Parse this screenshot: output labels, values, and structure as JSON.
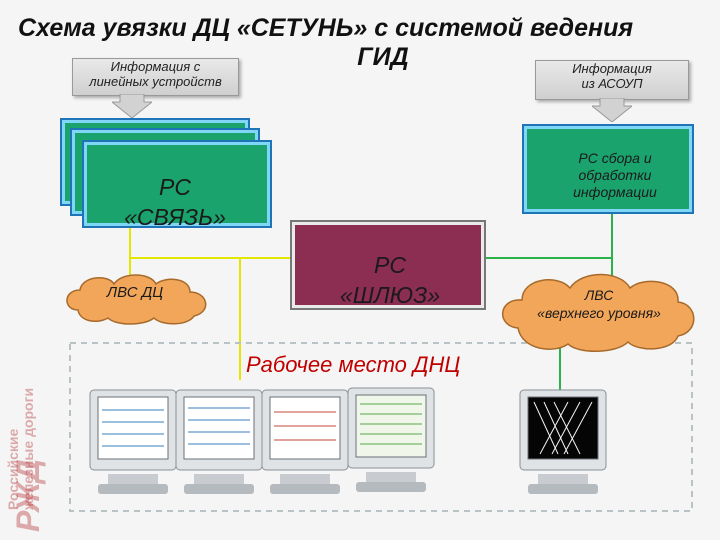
{
  "title": {
    "line1": "Схема увязки ДЦ «СЕТУНЬ» с системой ведения",
    "line2": "ГИД"
  },
  "callouts": {
    "left": [
      "Информация с",
      "линейных устройств"
    ],
    "right": [
      "Информация",
      "из АСОУП"
    ]
  },
  "workstations": {
    "svyaz": [
      "РС",
      "«СВЯЗЬ»"
    ],
    "shluz": [
      "РС",
      "«ШЛЮЗ»"
    ],
    "sbor": [
      "РС сбора и",
      "обработки",
      "информации"
    ]
  },
  "clouds": {
    "lvs_dc": "ЛВС ДЦ",
    "lvs_upper": [
      "ЛВС",
      "«верхнего уровня»"
    ]
  },
  "dnc_label": "Рабочее место ДНЦ",
  "logo": {
    "mark": "РЖД",
    "text": [
      "Российские",
      "железные дороги"
    ]
  },
  "colors": {
    "green_box": "#1aa36d",
    "shluz_box": "#8c2e52",
    "cloud": "#f2a65a",
    "connector_yellow": "#e3e600",
    "connector_green": "#2bb34a",
    "logo_red": "#b01e23"
  }
}
